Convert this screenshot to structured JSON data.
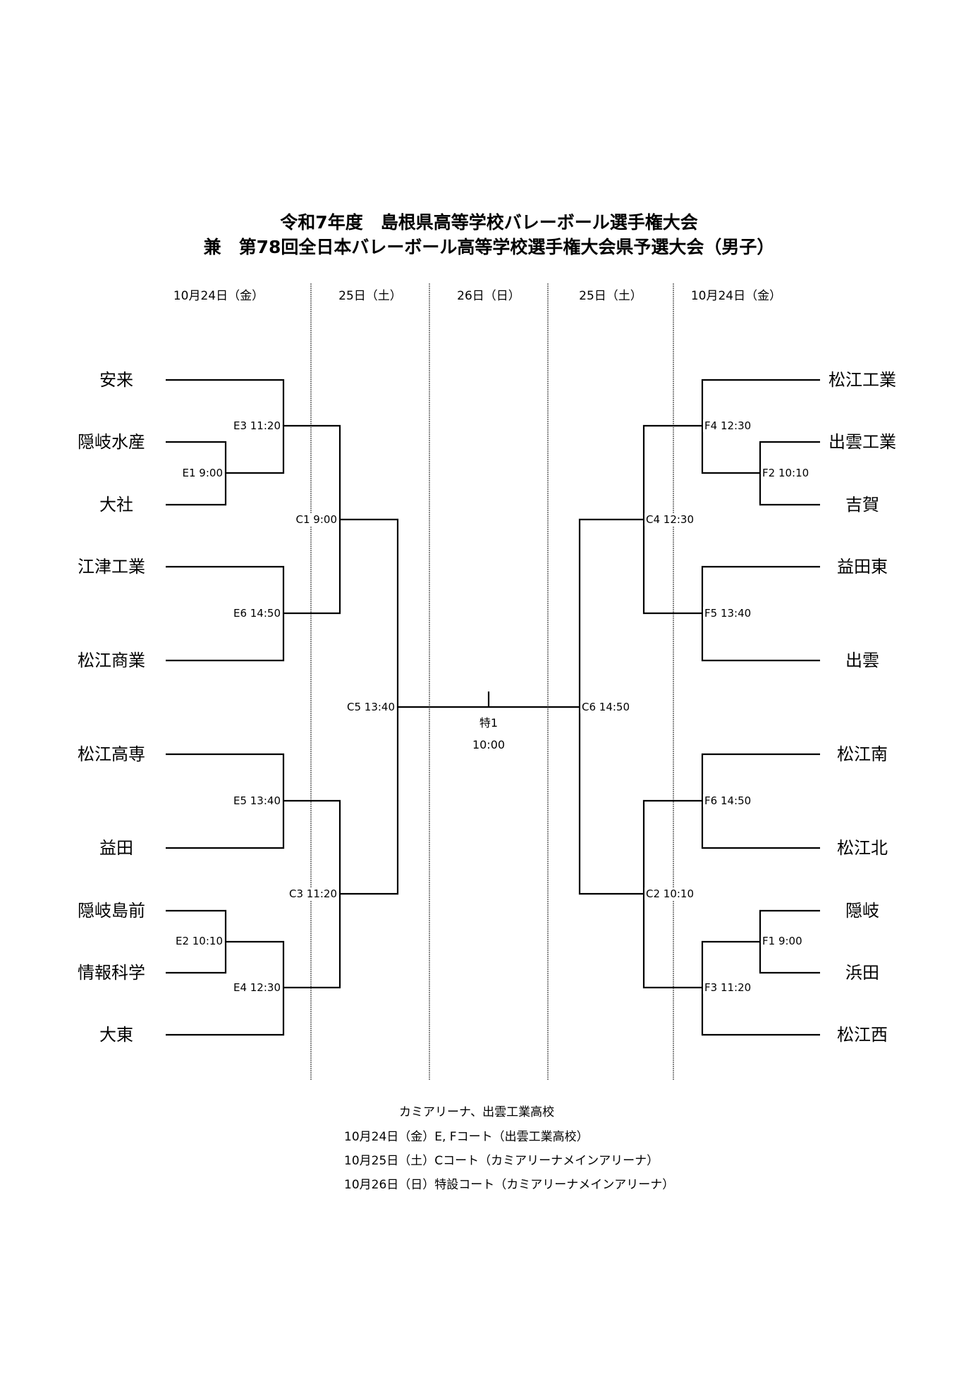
{
  "title": {
    "line1": "令和7年度　島根県高等学校バレーボール選手権大会",
    "line2": "兼　第78回全日本バレーボール高等学校選手権大会県予選大会（男子）"
  },
  "day_headers": [
    "10月24日（金）",
    "25日（土）",
    "26日（日）",
    "25日（土）",
    "10月24日（金）"
  ],
  "left_teams": [
    "安来",
    "隠岐水産",
    "大社",
    "江津工業",
    "松江商業",
    "松江高専",
    "益田",
    "隠岐島前",
    "情報科学",
    "大東"
  ],
  "right_teams": [
    "松江工業",
    "出雲工業",
    "吉賀",
    "益田東",
    "出雲",
    "松江南",
    "松江北",
    "隠岐",
    "浜田",
    "松江西"
  ],
  "matches": {
    "E1": "E1 9:00",
    "E2": "E2 10:10",
    "E3": "E3 11:20",
    "E4": "E4 12:30",
    "E5": "E5 13:40",
    "E6": "E6 14:50",
    "F1": "F1 9:00",
    "F2": "F2 10:10",
    "F3": "F3 11:20",
    "F4": "F4 12:30",
    "F5": "F5 13:40",
    "F6": "F6 14:50",
    "C1": "C1 9:00",
    "C2": "C2 10:10",
    "C3": "C3 11:20",
    "C4": "C4 12:30",
    "C5": "C5 13:40",
    "C6": "C6 14:50"
  },
  "final": {
    "label": "特1",
    "time": "10:00"
  },
  "notes": {
    "venue": "カミアリーナ、出雲工業高校",
    "day1": "10月24日（金）E, Fコート（出雲工業高校）",
    "day2": "10月25日（土）Cコート（カミアリーナメインアリーナ）",
    "day3": "10月26日（日）特設コート（カミアリーナメインアリーナ）"
  },
  "colors": {
    "line": "#000000",
    "divider": "#555555"
  }
}
